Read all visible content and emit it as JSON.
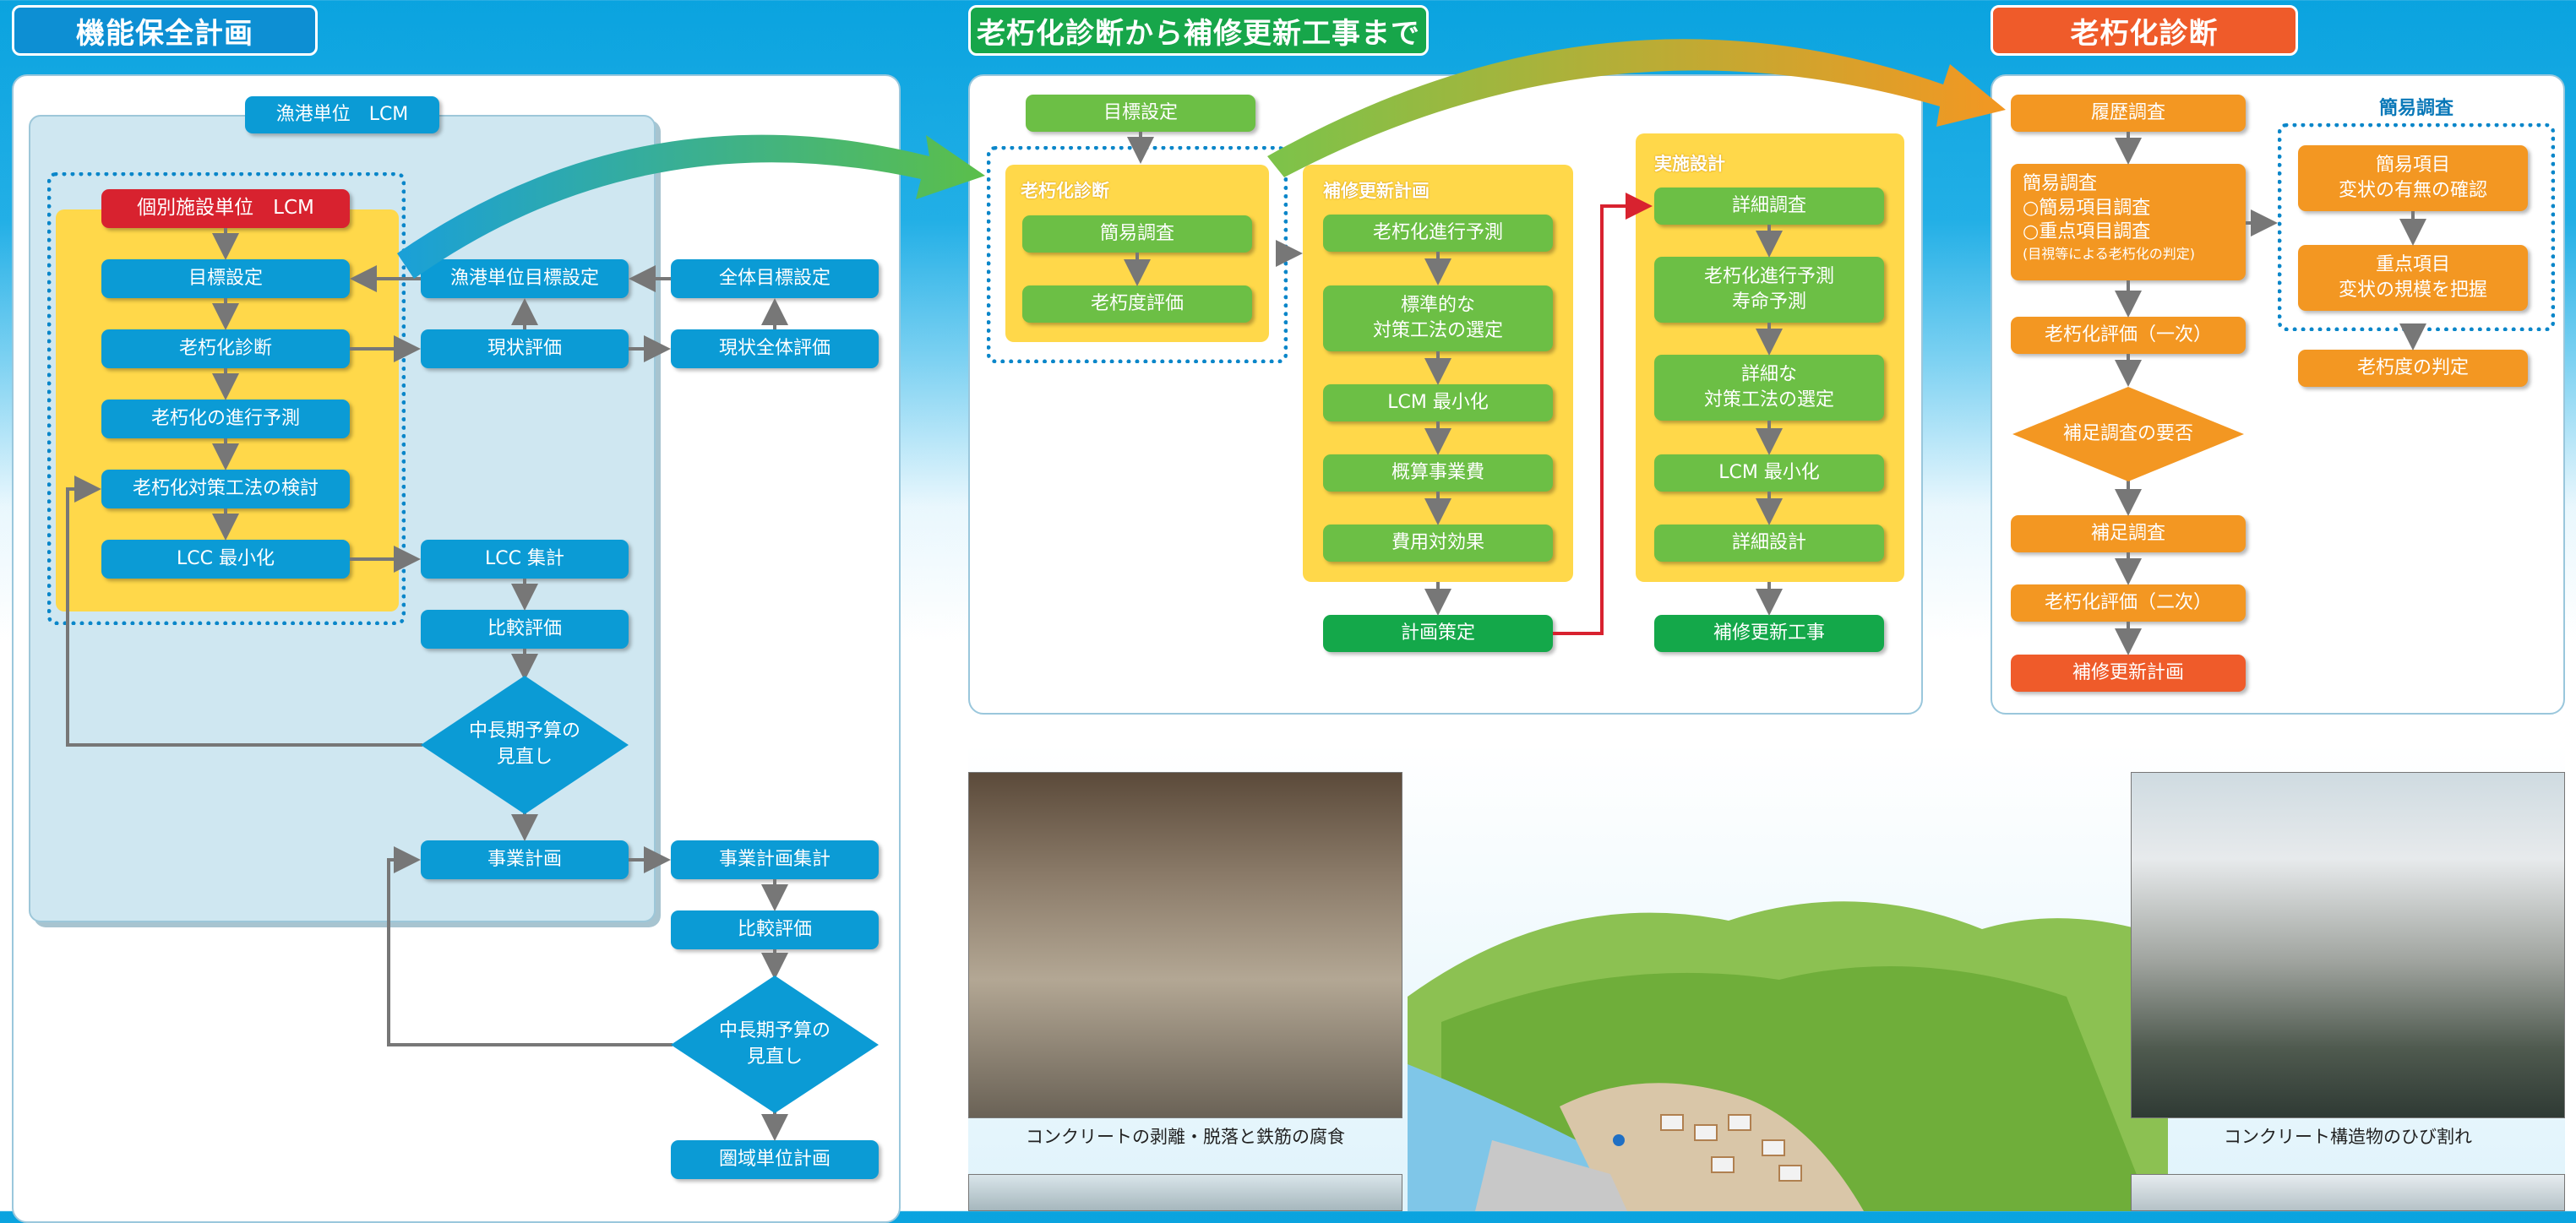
{
  "sections": {
    "left_title": "機能保全計画",
    "mid_title": "老朽化診断から補修更新工事まで",
    "right_title": "老朽化診断"
  },
  "left": {
    "lcm_port": "漁港単位　LCM",
    "lcm_facility": "個別施設単位　LCM",
    "col1": [
      "目標設定",
      "老朽化診断",
      "老朽化の進行予測",
      "老朽化対策工法の検討",
      "LCC 最小化"
    ],
    "col2": [
      "漁港単位目標設定",
      "現状評価",
      "LCC 集計",
      "比較評価",
      "中長期予算の\n見直し",
      "事業計画"
    ],
    "col3": [
      "全体目標設定",
      "現状全体評価",
      "事業計画集計",
      "比較評価",
      "中長期予算の\n見直し",
      "圏域単位計画"
    ]
  },
  "middle": {
    "goal": "目標設定",
    "g1_label": "老朽化診断",
    "g1": [
      "簡易調査",
      "老朽度評価"
    ],
    "g2_label": "補修更新計画",
    "g2": [
      "老朽化進行予測",
      "標準的な\n対策工法の選定",
      "LCM 最小化",
      "概算事業費",
      "費用対効果"
    ],
    "plan": "計画策定",
    "g3_label": "実施設計",
    "g3": [
      "詳細調査",
      "老朽化進行予測\n寿命予測",
      "詳細な\n対策工法の選定",
      "LCM 最小化",
      "詳細設計"
    ],
    "work": "補修更新工事"
  },
  "right": {
    "history": "履歴調査",
    "simple_title": "簡易調査",
    "simple_line1": "○簡易項目調査",
    "simple_line2": "○重点項目調査",
    "simple_note": "(目視等による老朽化の判定)",
    "eval1": "老朽化評価（一次）",
    "decision": "補足調査の要否",
    "supp": "補足調査",
    "eval2": "老朽化評価（二次）",
    "plan": "補修更新計画",
    "side_title": "簡易調査",
    "side1": "簡易項目\n変状の有無の確認",
    "side2": "重点項目\n変状の規模を把握",
    "side3": "老朽度の判定"
  },
  "photos": {
    "caption_left": "コンクリートの剥離・脱落と鉄筋の腐食",
    "caption_right": "コンクリート構造物のひび割れ"
  },
  "colors": {
    "blue": "#0b9bd5",
    "green": "#6cbf45",
    "dark_green": "#14a84a",
    "orange": "#f39722",
    "red": "#d8222f",
    "yellow": "#ffd84a"
  }
}
